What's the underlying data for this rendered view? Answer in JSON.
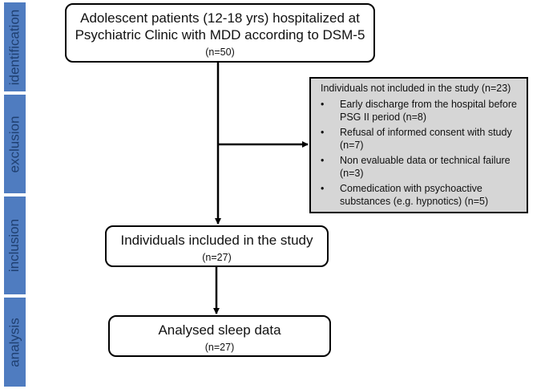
{
  "stages": [
    {
      "label": "identification"
    },
    {
      "label": "exclusion"
    },
    {
      "label": "inclusion"
    },
    {
      "label": "analysis"
    }
  ],
  "identification": {
    "line1": "Adolescent patients (12-18 yrs) hospitalized at",
    "line2": "Psychiatric Clinic with MDD according to DSM-5",
    "count": "(n=50)"
  },
  "exclusion": {
    "header": "Individuals not included in the study (n=23)",
    "items": [
      "Early discharge from the hospital before PSG II period (n=8)",
      "Refusal of informed consent with study (n=7)",
      "Non evaluable data or technical failure (n=3)",
      "Comedication with psychoactive substances (e.g. hypnotics) (n=5)"
    ]
  },
  "inclusion": {
    "label": "Individuals included in the study",
    "count": "(n=27)"
  },
  "analysis": {
    "label": "Analysed sleep data",
    "count": "(n=27)"
  },
  "colors": {
    "stage_bar": "#4f7cc0",
    "stage_text": "#1f3f70",
    "exclusion_fill": "#d6d6d6"
  }
}
